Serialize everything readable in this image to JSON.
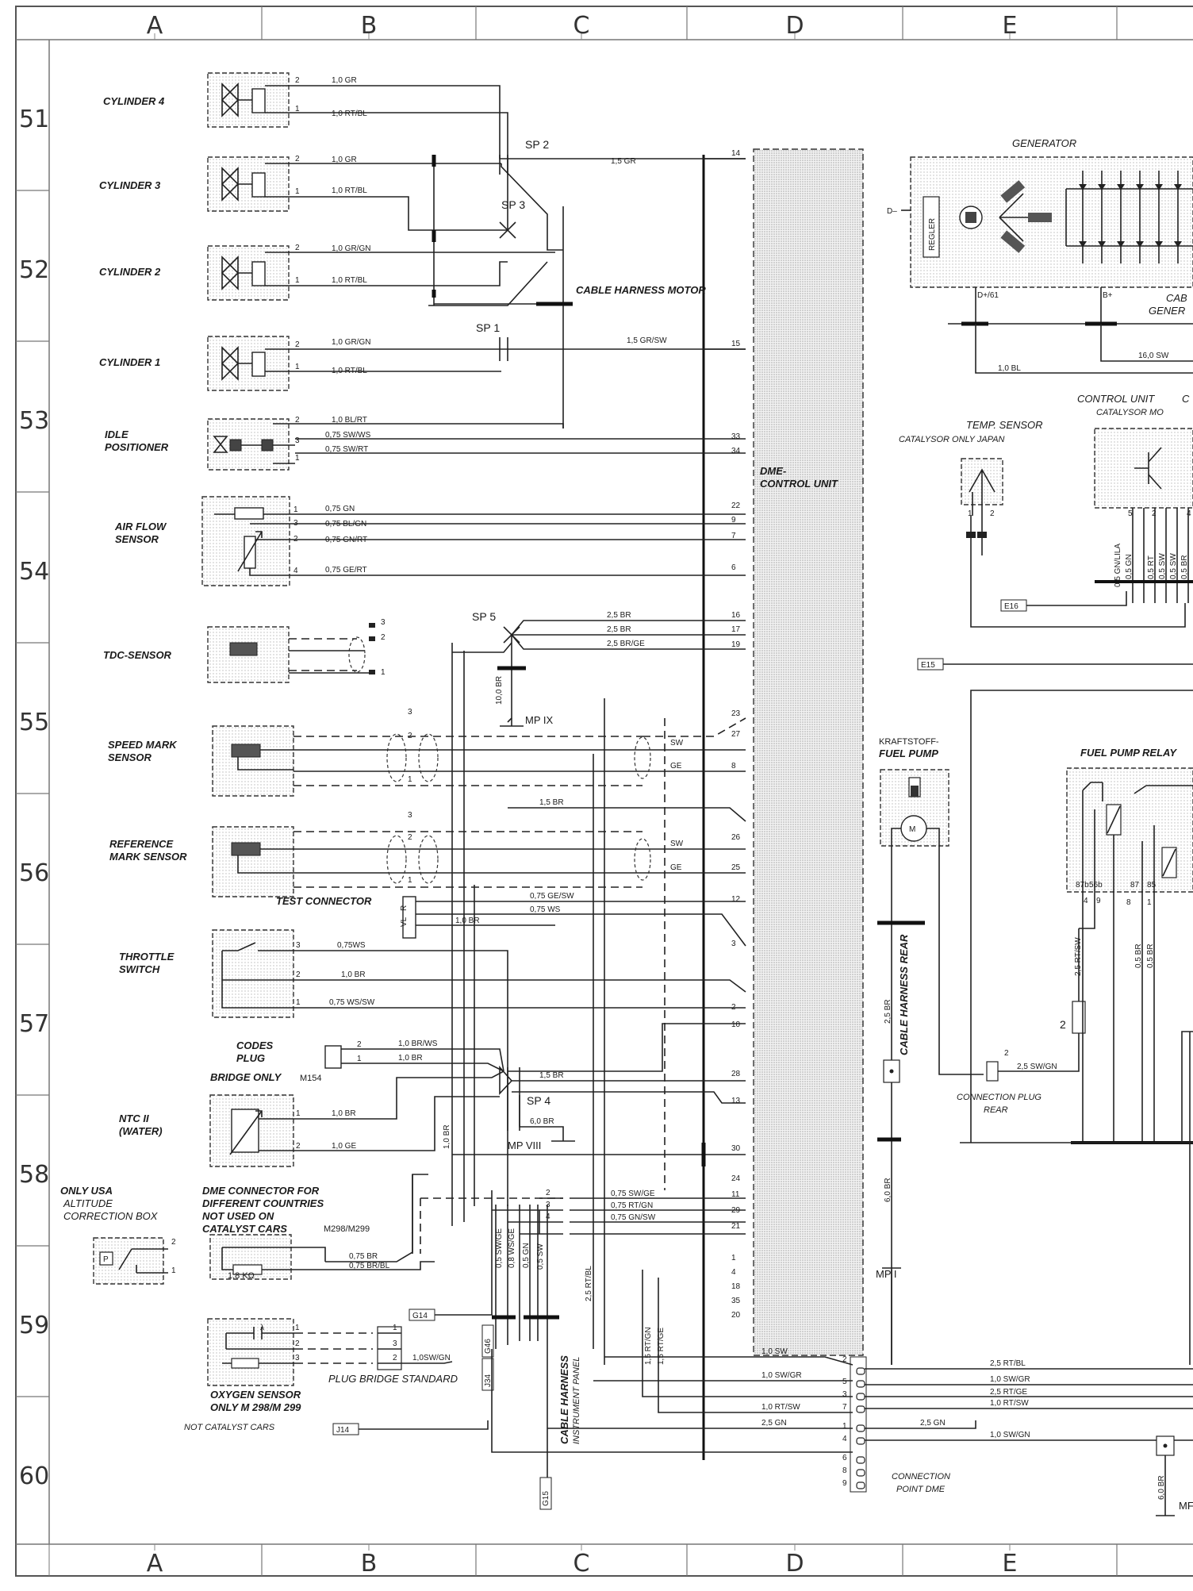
{
  "grid": {
    "columns": [
      "A",
      "B",
      "C",
      "D",
      "E"
    ],
    "rows": [
      "51",
      "52",
      "53",
      "54",
      "55",
      "56",
      "57",
      "58",
      "59",
      "60"
    ]
  },
  "components": {
    "cyl4": "CYLINDER 4",
    "cyl3": "CYLINDER 3",
    "cyl2": "CYLINDER 2",
    "cyl1": "CYLINDER 1",
    "idle1": "IDLE",
    "idle2": "POSITIONER",
    "afs1": "AIR FLOW",
    "afs2": "SENSOR",
    "tdc": "TDC-SENSOR",
    "speed1": "SPEED MARK",
    "speed2": "SENSOR",
    "ref1": "REFERENCE",
    "ref2": "MARK SENSOR",
    "test": "TEST CONNECTOR",
    "thr1": "THROTTLE",
    "thr2": "SWITCH",
    "codes1": "CODES",
    "codes2": "PLUG",
    "codes3": "BRIDGE ONLY",
    "codes_m": "M154",
    "ntc1": "NTC II",
    "ntc2": "(WATER)",
    "usa1": "ONLY USA",
    "usa2": "ALTITUDE",
    "usa3": "CORRECTION BOX",
    "dmec1": "DME CONNECTOR FOR",
    "dmec2": "DIFFERENT COUNTRIES",
    "dmec3": "NOT USED ON",
    "dmec4": "CATALYST CARS",
    "dmec_m": "M298/M299",
    "resistor": "1,8 KΩ",
    "o21": "OXYGEN SENSOR",
    "o22": "ONLY M 298/M 299",
    "o23": "NOT CATALYST CARS",
    "plugbridge": "PLUG BRIDGE STANDARD",
    "ecu1": "DME-",
    "ecu2": "CONTROL UNIT",
    "harness_motor": "CABLE HARNESS MOTOR",
    "harness_ip1": "CABLE HARNESS",
    "harness_ip2": "INSTRUMENT PANEL",
    "harness_rear": "CABLE HARNESS REAR",
    "generator": "GENERATOR",
    "regler": "REGLER",
    "gen_d": "D–",
    "gen_d61": "D+/61",
    "gen_bplus": "B+",
    "cab_gen1": "CAB",
    "cab_gen2": "GENER",
    "ctrl1": "CONTROL UNIT",
    "ctrl_c": "C",
    "ctrl2": "CATALYSOR MO",
    "temp1": "TEMP. SENSOR",
    "temp2": "CATALYSOR ONLY JAPAN",
    "fuelpump1": "KRAFTSTOFF-",
    "fuelpump2": "FUEL PUMP",
    "fprelay": "FUEL PUMP RELAY",
    "connplug1": "CONNECTION PLUG",
    "connplug2": "REAR",
    "connpt1": "CONNECTION",
    "connpt2": "POINT DME",
    "mp1": "MP I",
    "mp9": "MP IX",
    "mp8": "MP VIII",
    "mp_e": "MF",
    "sp1": "SP 1",
    "sp2": "SP 2",
    "sp3": "SP 3",
    "sp4": "SP 4",
    "sp5": "SP 5"
  },
  "refs": [
    "G14",
    "G46",
    "J34",
    "J14",
    "G15",
    "E16",
    "E15"
  ],
  "wires": {
    "c4a": "1,0 GR",
    "c4b": "1,0 RT/BL",
    "c3a": "1,0 GR",
    "c3b": "1,0 RT/BL",
    "c2a": "1,0 GR/GN",
    "c2b": "1,0 RT/BL",
    "c1a": "1,0 GR/GN",
    "c1b": "1,0 RT/BL",
    "i1": "1,0 BL/RT",
    "i2": "0,75 SW/WS",
    "i3": "0,75 SW/RT",
    "a1": "0,75 GN",
    "a2": "0,75 BL/GN",
    "a3": "0,75 GN/RT",
    "a4": "0,75 GE/RT",
    "sp2w": "1,5 GR",
    "sp1w": "1,5 GR/SW",
    "t1": "2,5 BR",
    "t2": "2,5 BR",
    "t3": "2,5 BR/GE",
    "t4": "10,0 BR",
    "s1": "SW",
    "s2": "GE",
    "r0": "1,5 BR",
    "r1": "SW",
    "r2": "GE",
    "tc1": "0,75 GE/SW",
    "tc2": "0,75 WS",
    "tc3": "1,0 BR",
    "th1": "0,75WS",
    "th2": "1,0 BR",
    "th3": "0,75 WS/SW",
    "cp1": "1,0 BR/WS",
    "cp2": "1,0 BR",
    "n1": "1,0 BR",
    "n2": "1,0 GE",
    "sp4w": "1,5 BR",
    "mp8w": "6,0 BR",
    "v1": "1,0 BR",
    "d1": "0,75 BR",
    "d2": "0,75 BR/BL",
    "e1": "0,75 SW/GE",
    "e2": "0,75 RT/GN",
    "e3": "0,75 GN/SW",
    "v2": "0,5 SW/GE",
    "v3": "0,8 WS/GE",
    "v4": "0,5 GN",
    "v5": "0,5 SW",
    "v6": "2,5 RT/BL",
    "v7": "1,5 RT/GN",
    "v8": "1,5 RT/GE",
    "o1": "1,0SW/GN",
    "cb1": "1,0 SW",
    "cb2": "1,0 SW/GR",
    "cb3": "1,0 RT/SW",
    "cb4": "2,5 GN",
    "cb4b": "2,5 GN",
    "er1": "2,5 RT/BL",
    "er2": "1,0 SW/GR",
    "er3": "2,5 RT/GE",
    "er4": "1,0 RT/SW",
    "er5": "1,0 SW/GN",
    "g1": "1,0 BL",
    "g2": "16,0 SW",
    "fp1": "2,5 BR",
    "fp2": "6,0 BR",
    "fp3": "2,5 SW/GN",
    "fr1": "2,5 RT/SW",
    "fr2": "0,5 BR",
    "fr3": "0,5 BR",
    "k1": "0,5 GN/LILA",
    "k2": "0,5 GN",
    "k3": "0,5 RT",
    "k4": "0,5 SW",
    "k5": "0,5 SW",
    "k6": "0,5 BR",
    "mpe": "6,0 BR"
  },
  "ecu_pins": [
    "14",
    "15",
    "33",
    "34",
    "22",
    "9",
    "7",
    "6",
    "16",
    "17",
    "19",
    "23",
    "27",
    "8",
    "26",
    "25",
    "12",
    "3",
    "2",
    "10",
    "28",
    "13",
    "30",
    "24",
    "11",
    "29",
    "21",
    "1",
    "4",
    "18",
    "35",
    "20"
  ],
  "connector_pins": [
    "1",
    "2",
    "3",
    "4",
    "5",
    "6",
    "7",
    "8",
    "9"
  ],
  "relay_pins": [
    "87b",
    "56b",
    "4",
    "9",
    "8",
    "87",
    "85",
    "1",
    "5",
    "2",
    "4"
  ],
  "pins": [
    "1",
    "2",
    "3"
  ],
  "o2_lambda": "λ",
  "usa_p": "P",
  "test_vl": "VL",
  "test_r": "R"
}
